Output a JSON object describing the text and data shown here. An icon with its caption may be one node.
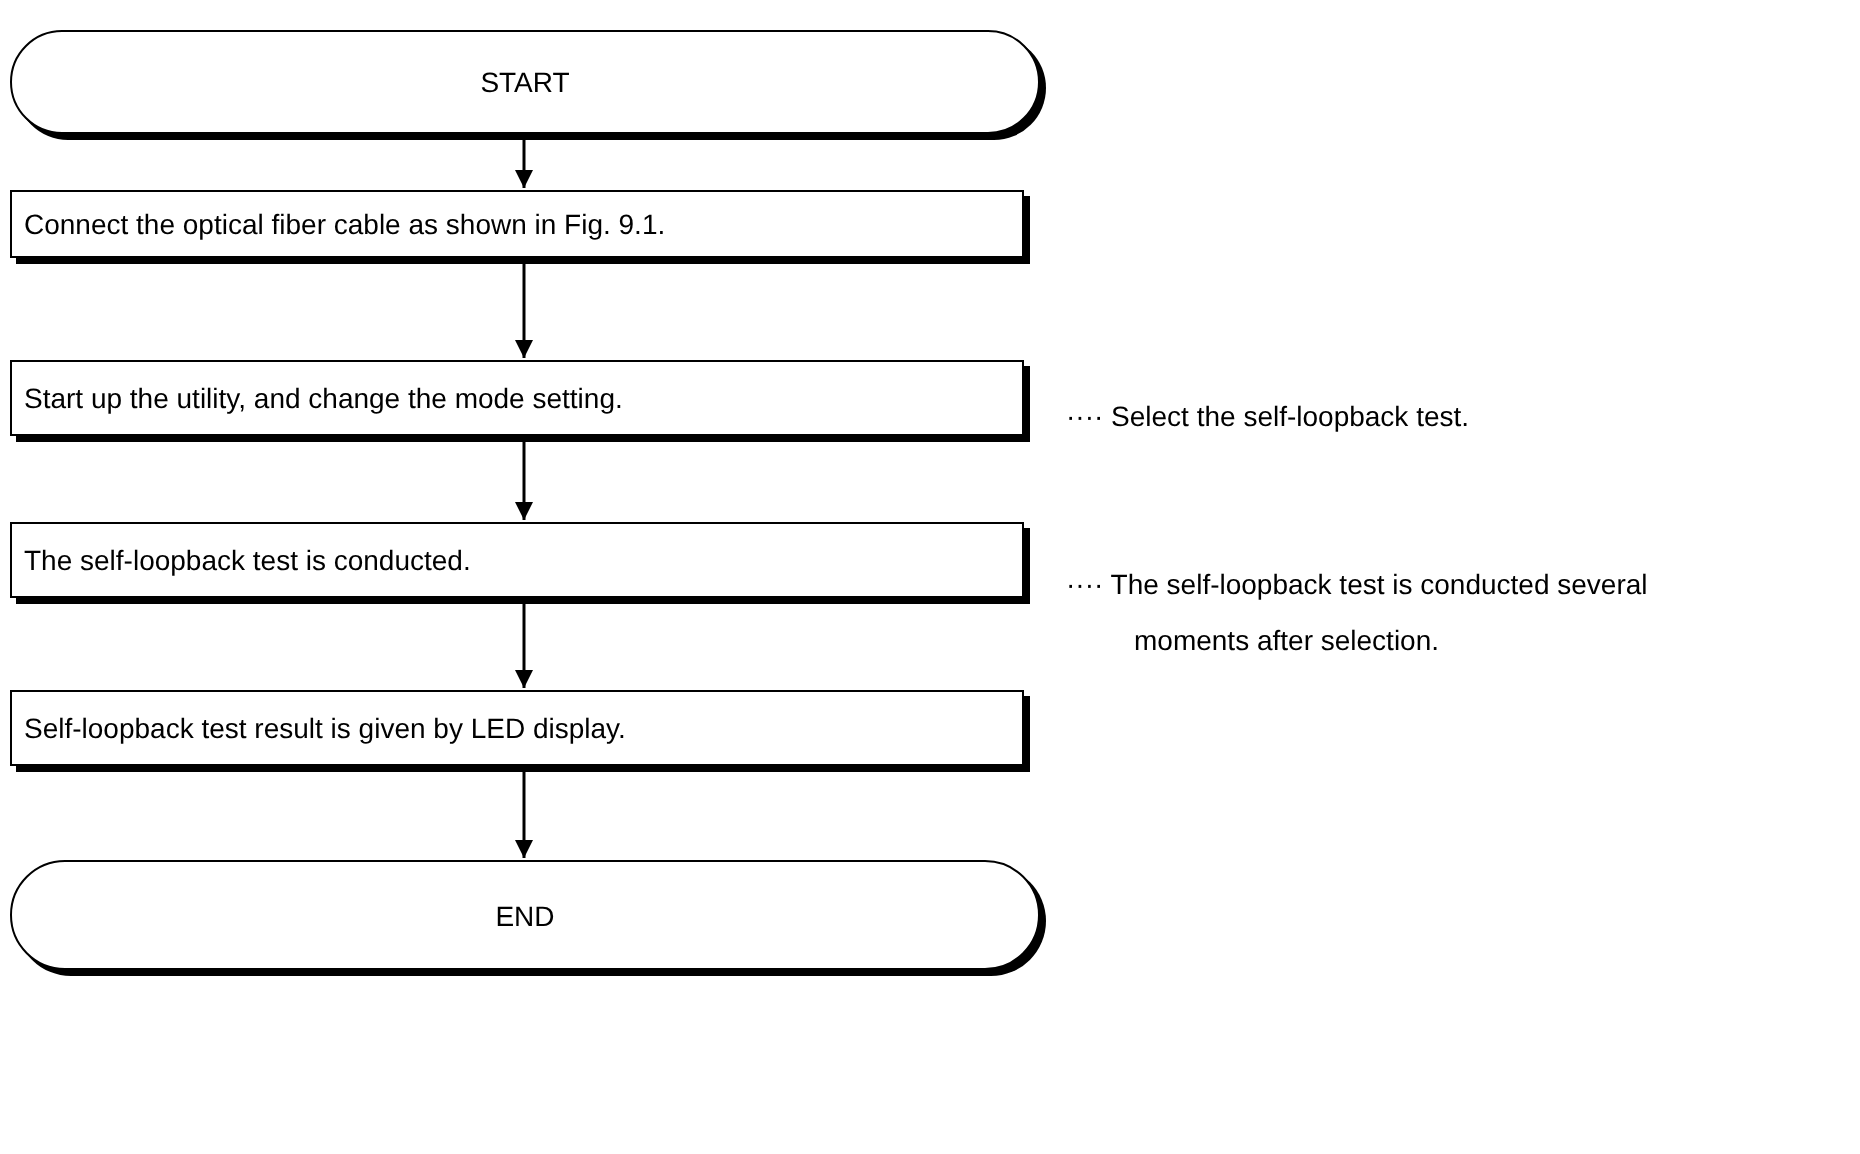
{
  "diagram": {
    "nodes": [
      {
        "text": [
          "START"
        ]
      },
      {
        "text": [
          "Connect the optical fiber cable as shown in Fig. 9.1."
        ]
      },
      {
        "text": [
          "Start up the utility, and change the mode setting."
        ],
        "beside": [
          "···· Select the self-loopback test."
        ]
      },
      {
        "text": [
          "The self-loopback test is conducted."
        ],
        "beside": [
          "···· The self-loopback test is conducted several moments after selection."
        ]
      },
      {
        "text": [
          "Self-loopback test result is given by LED display."
        ]
      },
      {
        "text": [
          "END"
        ]
      }
    ],
    "edges": [
      {
        "from": 0,
        "to": 1,
        "arrow": "to"
      },
      {
        "from": 1,
        "to": 2,
        "arrow": "to"
      },
      {
        "from": 2,
        "to": 3,
        "arrow": "to"
      },
      {
        "from": 3,
        "to": 4,
        "arrow": "to"
      },
      {
        "from": 4,
        "to": 5,
        "arrow": "to"
      }
    ]
  }
}
